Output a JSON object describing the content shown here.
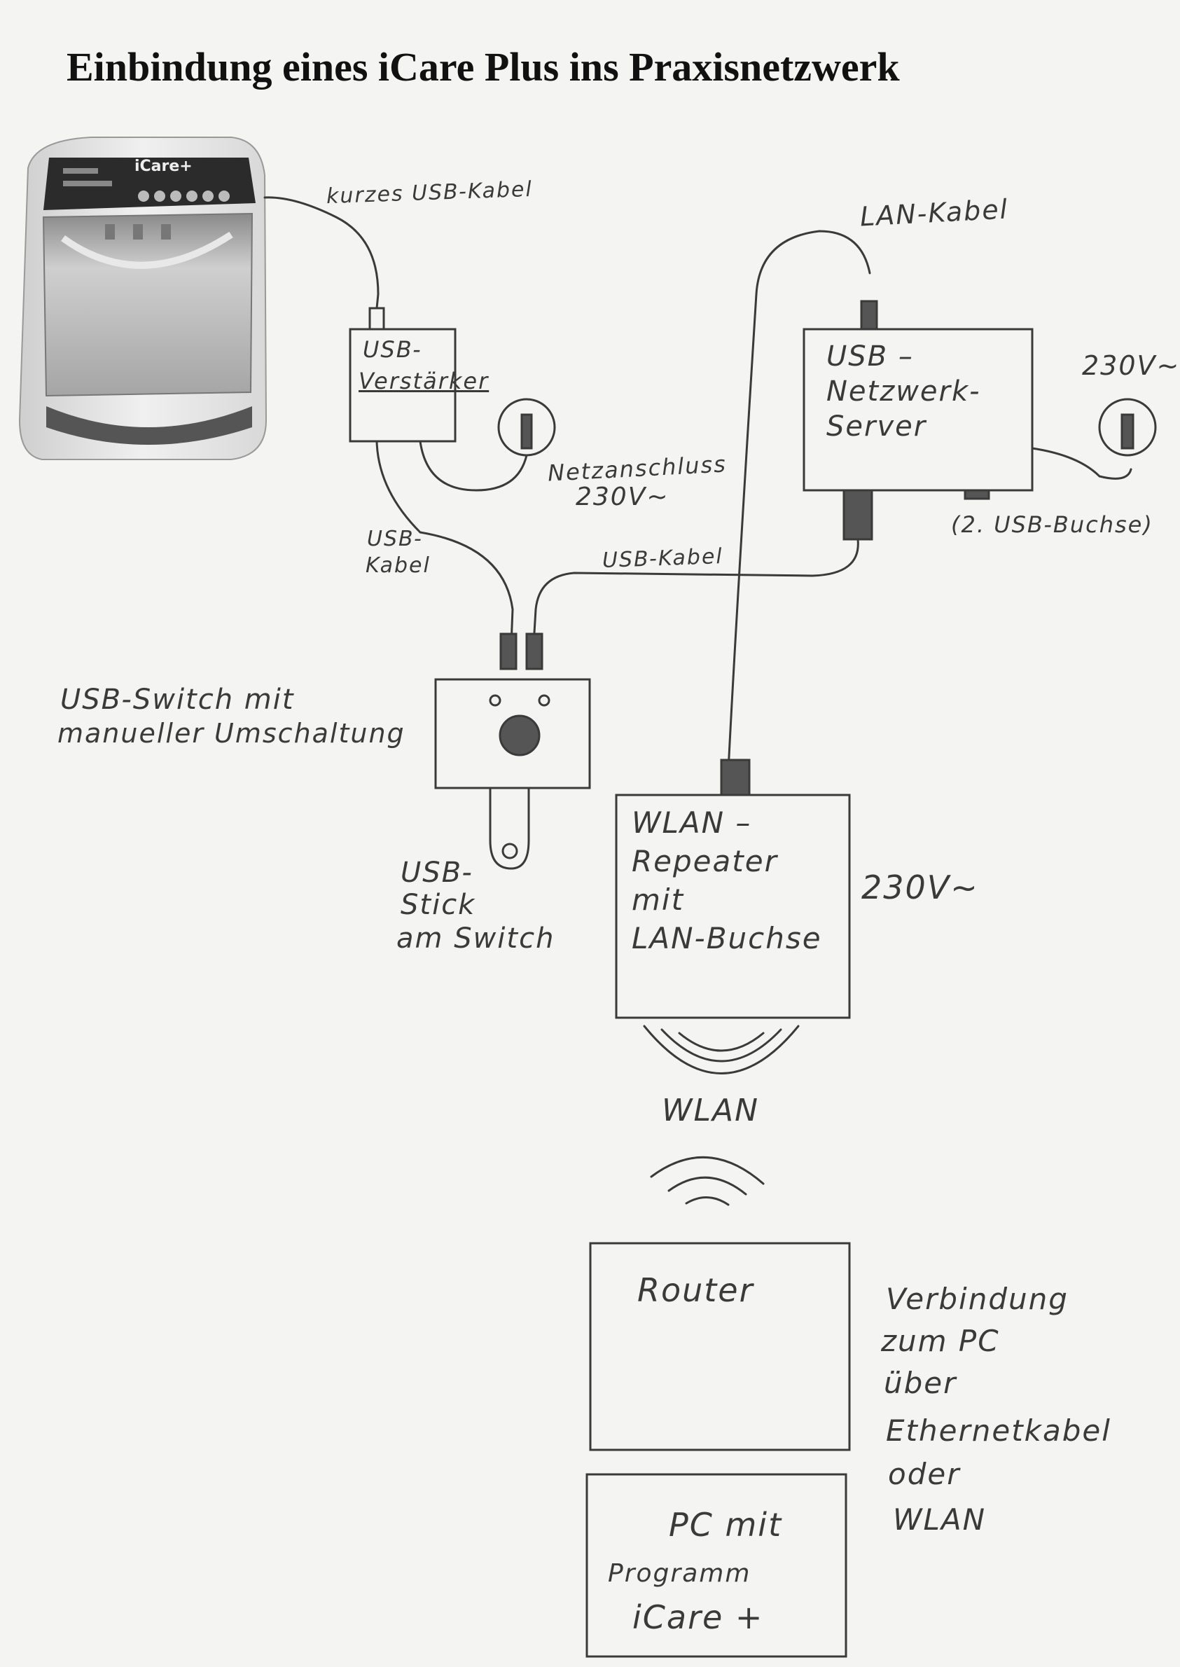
{
  "title": "Einbindung eines iCare Plus ins Praxisnetzwerk",
  "device": {
    "brand": "iCare+"
  },
  "labels": {
    "short_usb_cable": "kurzes USB-Kabel",
    "usb_amplifier": [
      "USB-",
      "Verstärker"
    ],
    "power_connection": [
      "Netzanschluss",
      "230V~"
    ],
    "usb_cable_left": [
      "USB-",
      "Kabel"
    ],
    "usb_cable_right": "USB-Kabel",
    "lan_cable": "LAN-Kabel",
    "usb_network_server": [
      "USB –",
      "Netzwerk-",
      "Server"
    ],
    "server_power": "230V~",
    "second_usb_port": "(2. USB-Buchse)",
    "usb_switch": [
      "USB-Switch mit",
      "manueller Umschaltung"
    ],
    "usb_stick": [
      "USB-",
      "Stick",
      "am Switch"
    ],
    "wlan_repeater": [
      "WLAN –",
      "Repeater",
      "mit",
      "LAN-Buchse"
    ],
    "repeater_power": "230V~",
    "wlan": "WLAN",
    "router": "Router",
    "pc_connection": [
      "Verbindung",
      "zum PC",
      "über",
      "Ethernetkabel",
      "oder",
      "WLAN"
    ],
    "pc": [
      "PC mit",
      "Programm",
      "iCare +"
    ]
  },
  "colors": {
    "pencil": "#3a3a3a",
    "paper": "#f4f4f2",
    "ink": "#111111"
  }
}
